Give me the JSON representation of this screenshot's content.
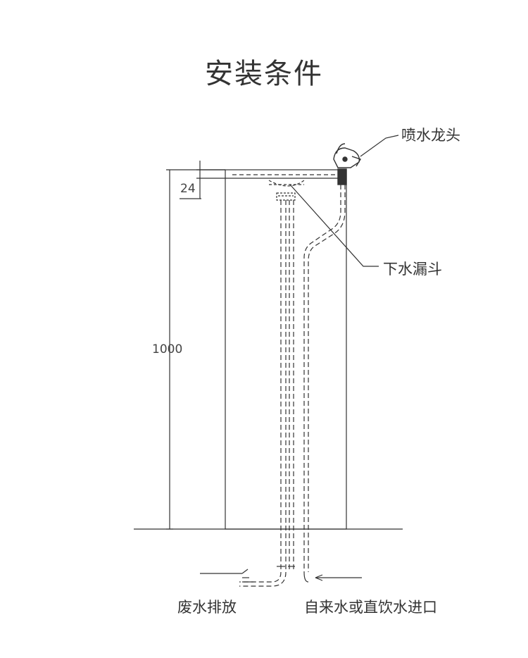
{
  "title": "安装条件",
  "labels": {
    "fountain_head": "喷水龙头",
    "drain_funnel": "下水漏斗",
    "waste_drain": "废水排放",
    "water_inlet": "自来水或直饮水进口"
  },
  "dimensions": {
    "top_offset": "24",
    "height": "1000"
  }
}
